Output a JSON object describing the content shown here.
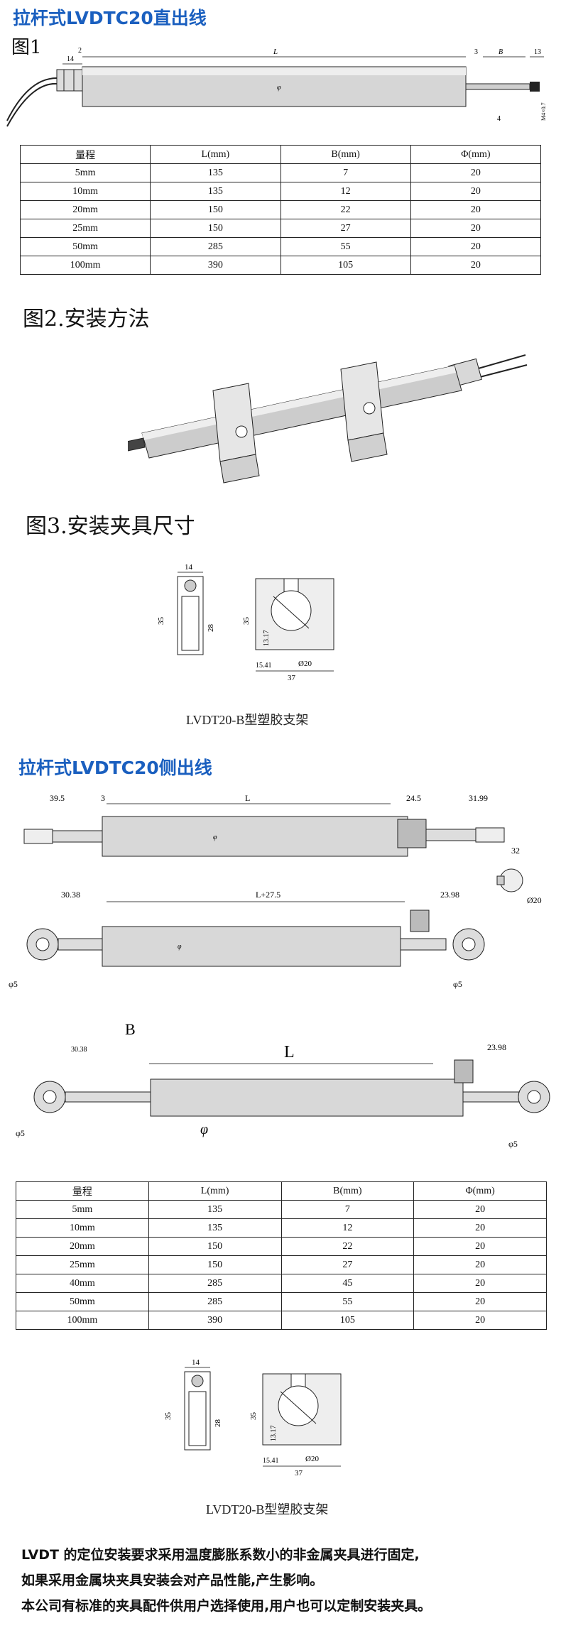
{
  "section1": {
    "title": "拉杆式LVDTC20直出线",
    "fig1_label": "图1",
    "dims": {
      "d14": "14",
      "d2": "2",
      "L": "L",
      "d3": "3",
      "B": "B",
      "d13": "13",
      "d4": "4",
      "phi": "φ",
      "tip": "M4×0.7"
    },
    "table": {
      "headers": [
        "量程",
        "L(mm)",
        "B(mm)",
        "Φ(mm)"
      ],
      "rows": [
        [
          "5mm",
          "135",
          "7",
          "20"
        ],
        [
          "10mm",
          "135",
          "12",
          "20"
        ],
        [
          "20mm",
          "150",
          "22",
          "20"
        ],
        [
          "25mm",
          "150",
          "27",
          "20"
        ],
        [
          "50mm",
          "285",
          "55",
          "20"
        ],
        [
          "100mm",
          "390",
          "105",
          "20"
        ]
      ]
    },
    "fig2_label": "图2.安装方法",
    "fig3_label": "图3.安装夹具尺寸",
    "bracket": {
      "w14": "14",
      "h35a": "35",
      "h28": "28",
      "h35b": "35",
      "h1317": "13.17",
      "w1541": "15.41",
      "dia": "Ø20",
      "w37": "37"
    },
    "bracket_caption": "LVDT20-B型塑胶支架"
  },
  "section2": {
    "title": "拉杆式LVDTC20侧出线",
    "dims_a": {
      "d395": "39.5",
      "d3": "3",
      "L": "L",
      "d245": "24.5",
      "d3199": "31.99",
      "phi": "φ"
    },
    "dims_side": {
      "d32": "32",
      "dia": "Ø20"
    },
    "dims_b": {
      "d3038": "30.38",
      "L": "L+27.5",
      "d2398": "23.98",
      "phi": "φ",
      "p5a": "φ5",
      "p5b": "φ5"
    },
    "dims_c": {
      "B": "B",
      "d3038": "30.38",
      "L": "L",
      "d2398": "23.98",
      "phi": "φ",
      "p5a": "φ5",
      "p5b": "φ5"
    },
    "table": {
      "headers": [
        "量程",
        "L(mm)",
        "B(mm)",
        "Φ(mm)"
      ],
      "rows": [
        [
          "5mm",
          "135",
          "7",
          "20"
        ],
        [
          "10mm",
          "135",
          "12",
          "20"
        ],
        [
          "20mm",
          "150",
          "22",
          "20"
        ],
        [
          "25mm",
          "150",
          "27",
          "20"
        ],
        [
          "40mm",
          "285",
          "45",
          "20"
        ],
        [
          "50mm",
          "285",
          "55",
          "20"
        ],
        [
          "100mm",
          "390",
          "105",
          "20"
        ]
      ]
    },
    "bracket": {
      "w14": "14",
      "h35a": "35",
      "h28": "28",
      "h35b": "35",
      "h1317": "13.17",
      "w1541": "15.41",
      "dia": "Ø20",
      "w37": "37"
    },
    "bracket_caption": "LVDT20-B型塑胶支架"
  },
  "notes": [
    "LVDT 的定位安装要求采用温度膨胀系数小的非金属夹具进行固定,",
    "如果采用金属块夹具安装会对产品性能,产生影响。",
    "本公司有标准的夹具配件供用户选择使用,用户也可以定制安装夹具。"
  ]
}
